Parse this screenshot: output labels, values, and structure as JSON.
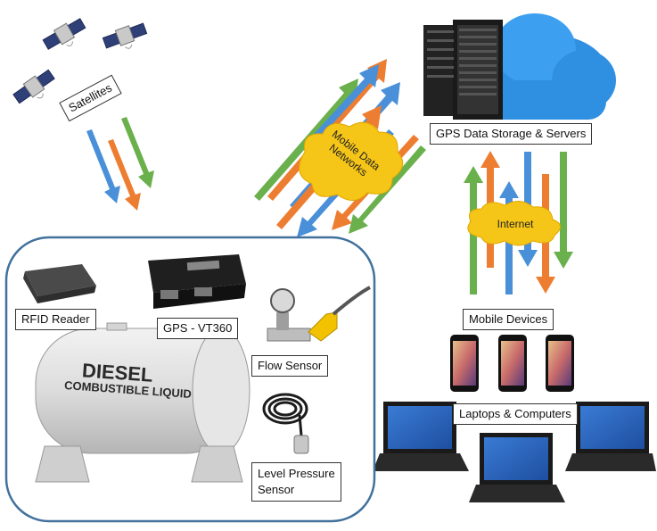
{
  "labels": {
    "satellites": "Satellites",
    "mobile_data_networks_line1": "Mobile Data",
    "mobile_data_networks_line2": "Networks",
    "gps_data_storage": "GPS Data Storage & Servers",
    "internet": "Internet",
    "mobile_devices": "Mobile Devices",
    "laptops_computers": "Laptops & Computers",
    "rfid_reader": "RFID Reader",
    "gps_device": "GPS - VT360",
    "flow_sensor": "Flow Sensor",
    "level_pressure_sensor_line1": "Level Pressure",
    "level_pressure_sensor_line2": "Sensor"
  },
  "tank": {
    "text_line1": "DIESEL",
    "text_line2": "COMBUSTIBLE LIQUID"
  },
  "colors": {
    "arrow_blue": "#4a90d9",
    "arrow_orange": "#ed7d31",
    "arrow_green": "#6ab04c",
    "cloud_yellow": "#f5c518",
    "server_cloud_blue": "#2f8fe0",
    "site_border": "#41719c"
  }
}
